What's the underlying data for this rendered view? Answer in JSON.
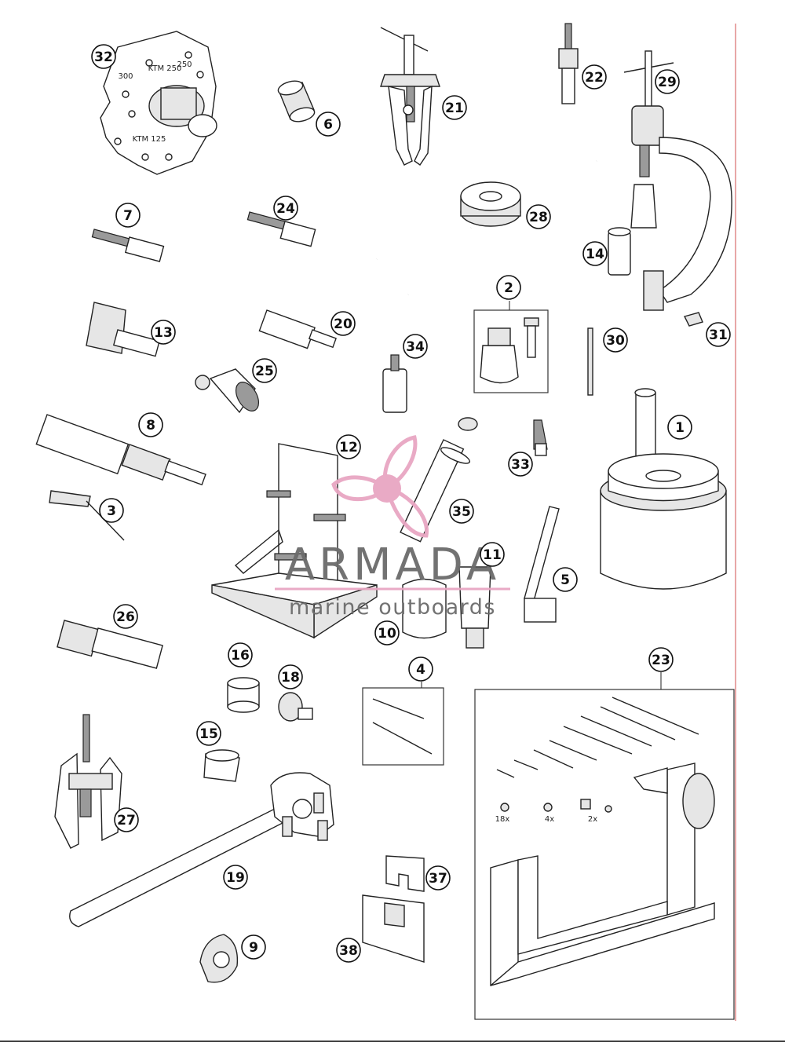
{
  "callouts": [
    {
      "id": "c1",
      "label": "1"
    },
    {
      "id": "c2",
      "label": "2"
    },
    {
      "id": "c3",
      "label": "3"
    },
    {
      "id": "c4",
      "label": "4"
    },
    {
      "id": "c5",
      "label": "5"
    },
    {
      "id": "c6",
      "label": "6"
    },
    {
      "id": "c7",
      "label": "7"
    },
    {
      "id": "c8",
      "label": "8"
    },
    {
      "id": "c9",
      "label": "9"
    },
    {
      "id": "c10",
      "label": "10"
    },
    {
      "id": "c11",
      "label": "11"
    },
    {
      "id": "c12",
      "label": "12"
    },
    {
      "id": "c13",
      "label": "13"
    },
    {
      "id": "c14",
      "label": "14"
    },
    {
      "id": "c15",
      "label": "15"
    },
    {
      "id": "c16",
      "label": "16"
    },
    {
      "id": "c18",
      "label": "18"
    },
    {
      "id": "c19",
      "label": "19"
    },
    {
      "id": "c20",
      "label": "20"
    },
    {
      "id": "c21",
      "label": "21"
    },
    {
      "id": "c22",
      "label": "22"
    },
    {
      "id": "c23",
      "label": "23"
    },
    {
      "id": "c24",
      "label": "24"
    },
    {
      "id": "c25",
      "label": "25"
    },
    {
      "id": "c26",
      "label": "26"
    },
    {
      "id": "c27",
      "label": "27"
    },
    {
      "id": "c28",
      "label": "28"
    },
    {
      "id": "c29",
      "label": "29"
    },
    {
      "id": "c30",
      "label": "30"
    },
    {
      "id": "c31",
      "label": "31"
    },
    {
      "id": "c32",
      "label": "32"
    },
    {
      "id": "c33",
      "label": "33"
    },
    {
      "id": "c34",
      "label": "34"
    },
    {
      "id": "c35",
      "label": "35"
    },
    {
      "id": "c37",
      "label": "37"
    },
    {
      "id": "c38",
      "label": "38"
    }
  ],
  "qty_labels": {
    "q18": "18x",
    "q4": "4x",
    "q2": "2x"
  },
  "plate_text": {
    "p1": "KTM 125",
    "p2": "KTM 250",
    "p3": "250",
    "p4": "300"
  },
  "watermark": {
    "brand": "ARMADA",
    "tagline": "marine outboards",
    "logo_icon": "propeller-icon",
    "brand_color": "#e8a6c2",
    "text_color": "#6b6b6b"
  }
}
